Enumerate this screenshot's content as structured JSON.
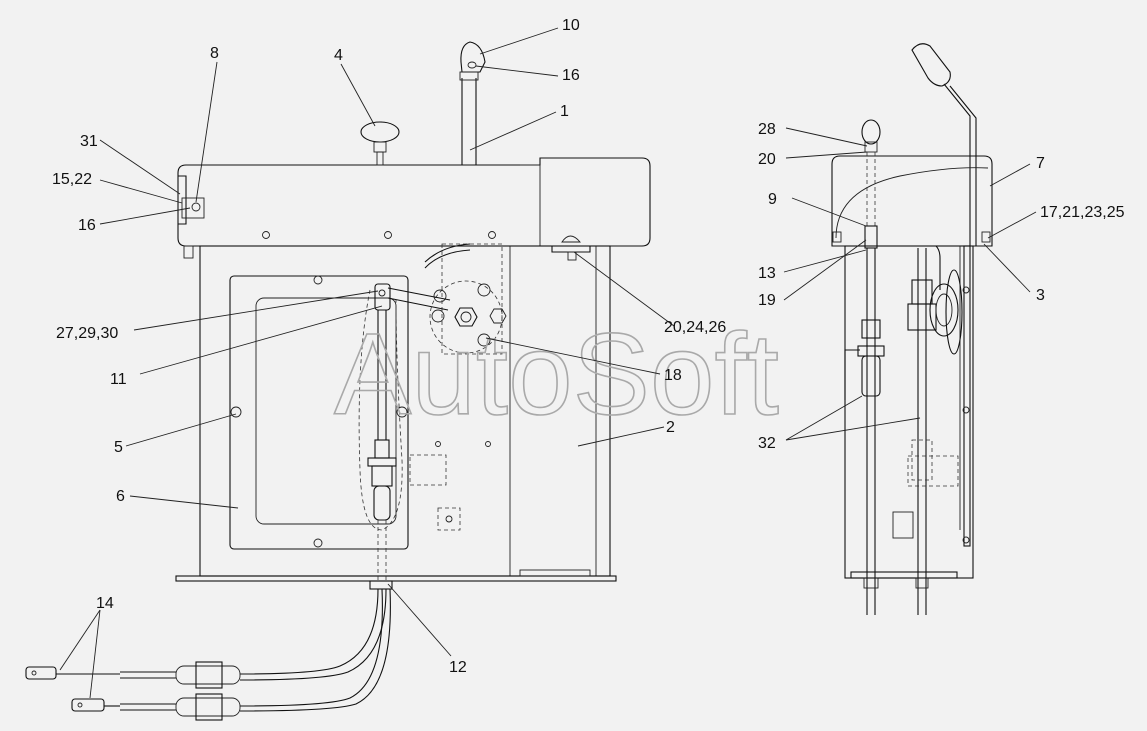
{
  "watermark": "AutoSoft",
  "labels": [
    "1",
    "2",
    "3",
    "4",
    "5",
    "6",
    "7",
    "8",
    "9",
    "10",
    "11",
    "12",
    "13",
    "14",
    "15,22",
    "16",
    "16",
    "17,21,23,25",
    "18",
    "19",
    "20",
    "20,24,26",
    "27,29,30",
    "28",
    "31",
    "32"
  ]
}
